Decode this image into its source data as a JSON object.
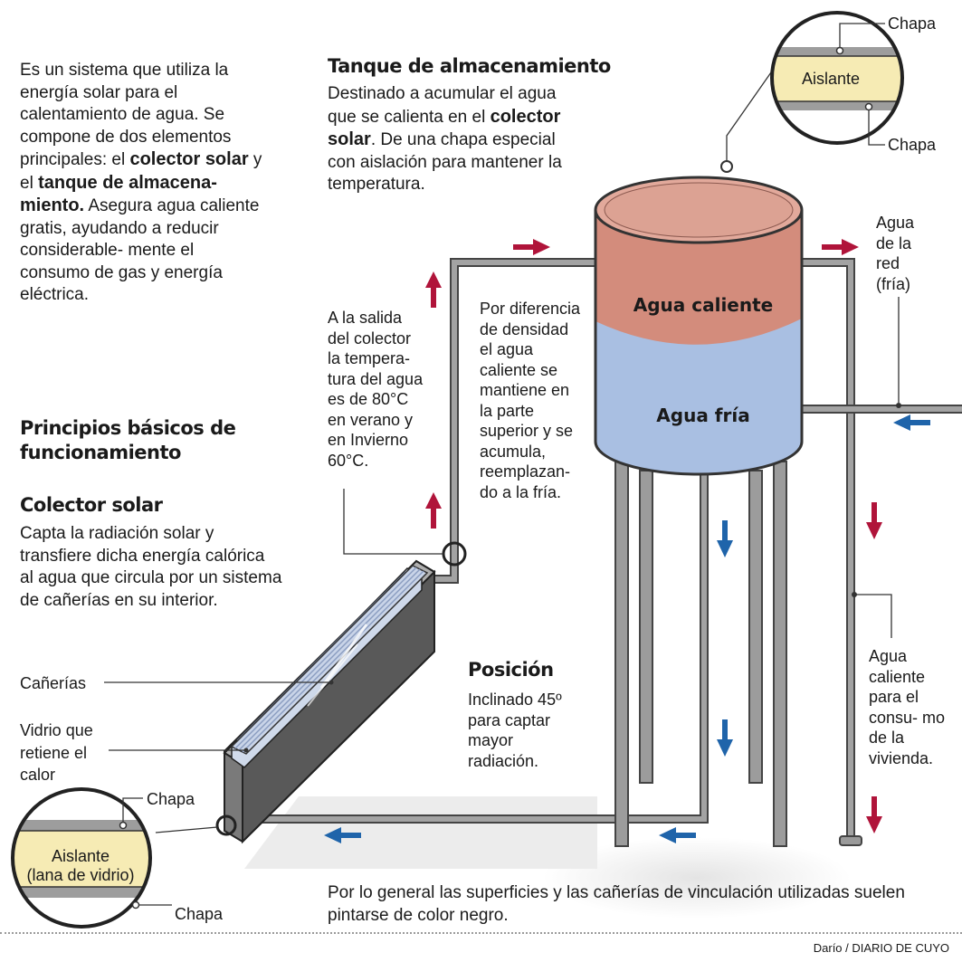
{
  "intro": {
    "p1": "Es un sistema que utiliza la energía solar para el calentamiento de agua. Se compone de dos elementos principales: el",
    "b1": "colector solar",
    "p2": " y el",
    "b2": "tanque de almacena- miento.",
    "p3": " Asegura agua caliente gratis, ayudando a reducir considerable- mente el consumo de gas y energía eléctrica."
  },
  "principios": {
    "title": "Principios básicos de funcionamiento",
    "colector_title": "Colector solar",
    "colector_text": "Capta la radiación solar y transfiere dicha energía calórica al agua que circula por un sistema de cañerías en su interior."
  },
  "tanque": {
    "title": "Tanque de almacenamiento",
    "t1": "Destinado a acumular el agua que se calienta en el",
    "b1": "colector solar",
    "t2": ". De una chapa especial con aislación para mantener la temperatura.",
    "hot_label": "Agua caliente",
    "cold_label": "Agua fría"
  },
  "tank_layers": {
    "top": "Chapa",
    "middle": "Aislante",
    "bottom": "Chapa"
  },
  "collector_layers": {
    "top": "Chapa",
    "middle_line1": "Aislante",
    "middle_line2": "(lana de vidrio)",
    "bottom": "Chapa"
  },
  "notes": {
    "salida": "A la salida del colector la tempera- tura del agua es de 80°C en verano y en Invierno 60°C.",
    "densidad": "Por diferencia de densidad el agua caliente se mantiene en la parte superior y se acumula, reemplazan- do a la fría.",
    "red": "Agua de la red (fría)",
    "consumo": "Agua caliente para el consu- mo de la vivienda.",
    "canerias": "Cañerías",
    "vidrio": "Vidrio que retiene el calor"
  },
  "posicion": {
    "title": "Posición",
    "text": "Inclinado 45º para captar mayor radiación."
  },
  "footer": {
    "note": "Por lo general las superficies y las cañerías de vinculación utilizadas suelen pintarse de color negro.",
    "credit": "Darío / DIARIO DE CUYO"
  },
  "colors": {
    "hot": "#d38c7c",
    "cold": "#a9bfe2",
    "arrow_red": "#b0143a",
    "arrow_blue": "#1f64aa",
    "insulation": "#f6ebb4",
    "pipe": "#9a9a9a"
  }
}
